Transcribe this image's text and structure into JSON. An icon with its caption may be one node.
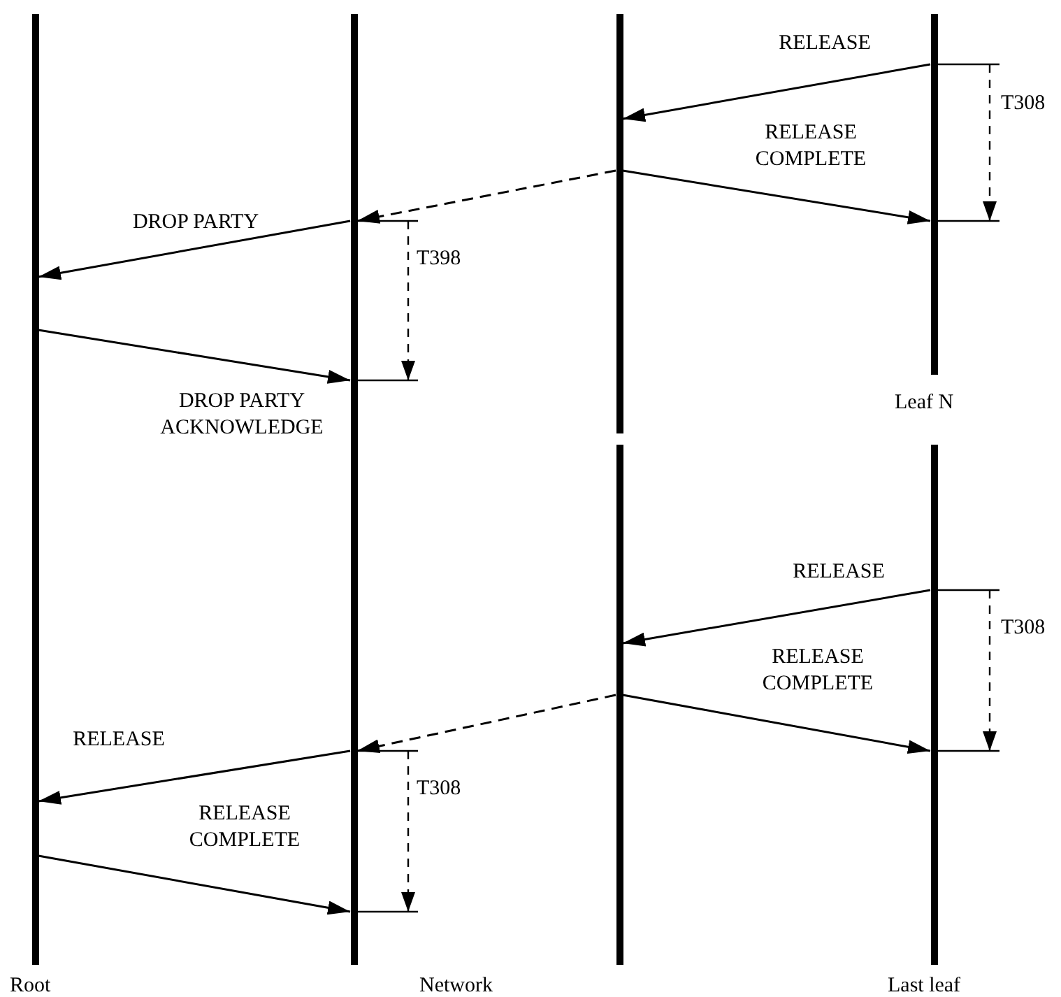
{
  "diagram": {
    "nodes": [
      {
        "text": [
          "Root"
        ]
      },
      {
        "text": [
          "Network"
        ]
      },
      {
        "text": [],
        "shape": "bar"
      },
      {
        "text": [
          "Leaf N"
        ]
      },
      {
        "text": [],
        "shape": "bar"
      },
      {
        "text": [
          "Last leaf"
        ]
      }
    ],
    "edges": [
      {
        "from": 3,
        "to": 2,
        "arrow": "to",
        "label": "RELEASE"
      },
      {
        "from": 2,
        "to": 3,
        "arrow": "to",
        "label": "RELEASE COMPLETE"
      },
      {
        "from": 2,
        "to": 1,
        "arrow": "to",
        "style": "dashed"
      },
      {
        "from": 1,
        "to": 0,
        "arrow": "to",
        "label": "DROP PARTY"
      },
      {
        "from": 0,
        "to": 1,
        "arrow": "to",
        "label": "DROP PARTY ACKNOWLEDGE"
      },
      {
        "from": 5,
        "to": 4,
        "arrow": "to",
        "label": "RELEASE"
      },
      {
        "from": 4,
        "to": 5,
        "arrow": "to",
        "label": "RELEASE COMPLETE"
      },
      {
        "from": 4,
        "to": 1,
        "arrow": "to",
        "style": "dashed"
      },
      {
        "from": 1,
        "to": 0,
        "arrow": "to",
        "label": "RELEASE"
      },
      {
        "from": 0,
        "to": 1,
        "arrow": "to",
        "label": "RELEASE COMPLETE"
      }
    ],
    "labels": [
      "T308",
      "T398",
      "T308",
      "T308"
    ]
  }
}
